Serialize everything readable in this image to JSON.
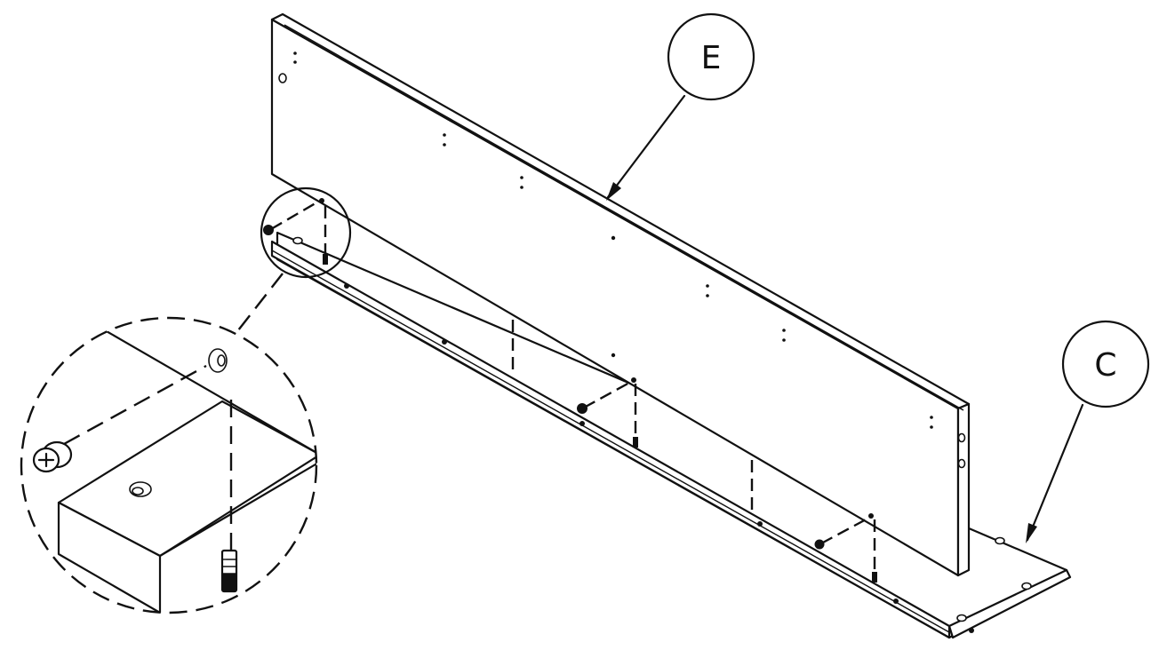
{
  "callouts": [
    {
      "id": "E",
      "label": "E"
    },
    {
      "id": "C",
      "label": "C"
    }
  ],
  "parts": {
    "back_panel": "E",
    "base_panel": "C"
  },
  "icons": [
    "cam-lock-icon",
    "dowel-icon",
    "screw-icon"
  ],
  "colors": {
    "line": "#111111",
    "background": "#ffffff"
  }
}
